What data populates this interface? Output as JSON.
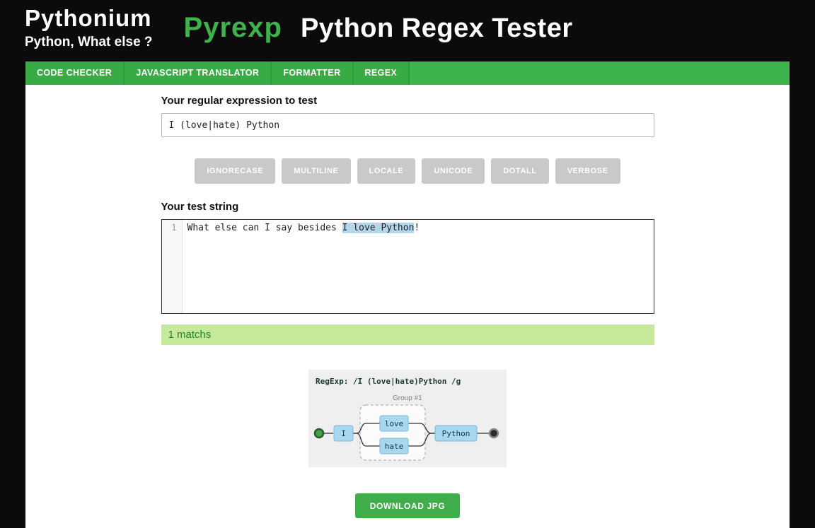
{
  "header": {
    "logo_title": "Pythonium",
    "logo_subtitle": "Python, What else ?",
    "brand": "Pyrexp",
    "page_title": "Python Regex Tester"
  },
  "nav": {
    "items": [
      "CODE CHECKER",
      "JAVASCRIPT TRANSLATOR",
      "FORMATTER",
      "REGEX"
    ]
  },
  "main": {
    "regex_label": "Your regular expression to test",
    "regex_value": "I (love|hate) Python",
    "flags": [
      "IGNORECASE",
      "MULTILINE",
      "LOCALE",
      "UNICODE",
      "DOTALL",
      "VERBOSE"
    ],
    "test_label": "Your test string",
    "editor": {
      "line_number": "1",
      "text_before": "What else can I say besides ",
      "match_text": "I love Python",
      "text_after": "!"
    },
    "match_status": "1 matchs",
    "diagram": {
      "regexp_text": "RegExp: /I (love|hate)Python /g",
      "group_label": "Group #1",
      "nodes": [
        "I",
        "love",
        "hate",
        "Python"
      ]
    },
    "download_button": "DOWNLOAD JPG"
  },
  "colors": {
    "accent_green": "#3cb44b",
    "button_green": "#3fae4a",
    "flag_gray": "#c9c9c9",
    "match_bar_bg": "#c7e99c",
    "match_bar_text": "#27802a",
    "editor_highlight": "#b2d7ea",
    "diagram_bg": "#efefef",
    "node_fill": "#a8d8f0"
  }
}
